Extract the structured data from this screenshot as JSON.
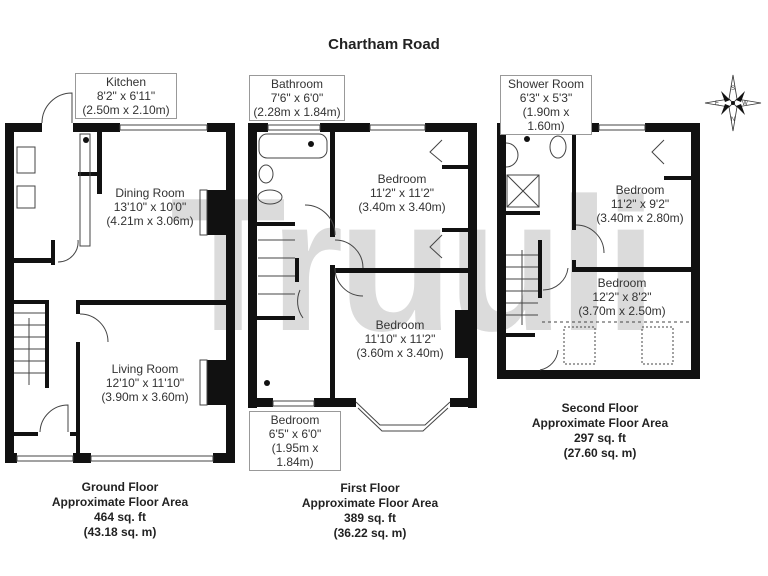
{
  "title": "Chartham Road",
  "watermark": "Truuli",
  "compass": {
    "labels": [
      "S",
      "E",
      "W",
      "N"
    ]
  },
  "floors": [
    {
      "name": "Ground Floor",
      "area_label": "Approximate Floor Area",
      "area_sqft": "464 sq. ft",
      "area_sqm": "(43.18 sq. m)",
      "rooms": [
        {
          "name": "Kitchen",
          "imperial": "8'2\" x 6'11\"",
          "metric": "(2.50m x 2.10m)"
        },
        {
          "name": "Dining Room",
          "imperial": "13'10\" x 10'0\"",
          "metric": "(4.21m x 3.06m)"
        },
        {
          "name": "Living Room",
          "imperial": "12'10\" x 11'10\"",
          "metric": "(3.90m x 3.60m)"
        }
      ]
    },
    {
      "name": "First Floor",
      "area_label": "Approximate Floor Area",
      "area_sqft": "389 sq. ft",
      "area_sqm": "(36.22 sq. m)",
      "rooms": [
        {
          "name": "Bathroom",
          "imperial": "7'6\" x 6'0\"",
          "metric": "(2.28m x 1.84m)"
        },
        {
          "name": "Bedroom",
          "imperial": "11'2\" x 11'2\"",
          "metric": "(3.40m x 3.40m)"
        },
        {
          "name": "Bedroom",
          "imperial": "11'10\" x 11'2\"",
          "metric": "(3.60m x 3.40m)"
        },
        {
          "name": "Bedroom",
          "imperial": "6'5\" x 6'0\"",
          "metric": "(1.95m x 1.84m)"
        }
      ]
    },
    {
      "name": "Second Floor",
      "area_label": "Approximate Floor Area",
      "area_sqft": "297 sq. ft",
      "area_sqm": "(27.60 sq. m)",
      "rooms": [
        {
          "name": "Shower Room",
          "imperial": "6'3\" x 5'3\"",
          "metric": "(1.90m x 1.60m)"
        },
        {
          "name": "Bedroom",
          "imperial": "11'2\" x 9'2\"",
          "metric": "(3.40m x 2.80m)"
        },
        {
          "name": "Bedroom",
          "imperial": "12'2\" x 8'2\"",
          "metric": "(3.70m x 2.50m)"
        }
      ]
    }
  ]
}
